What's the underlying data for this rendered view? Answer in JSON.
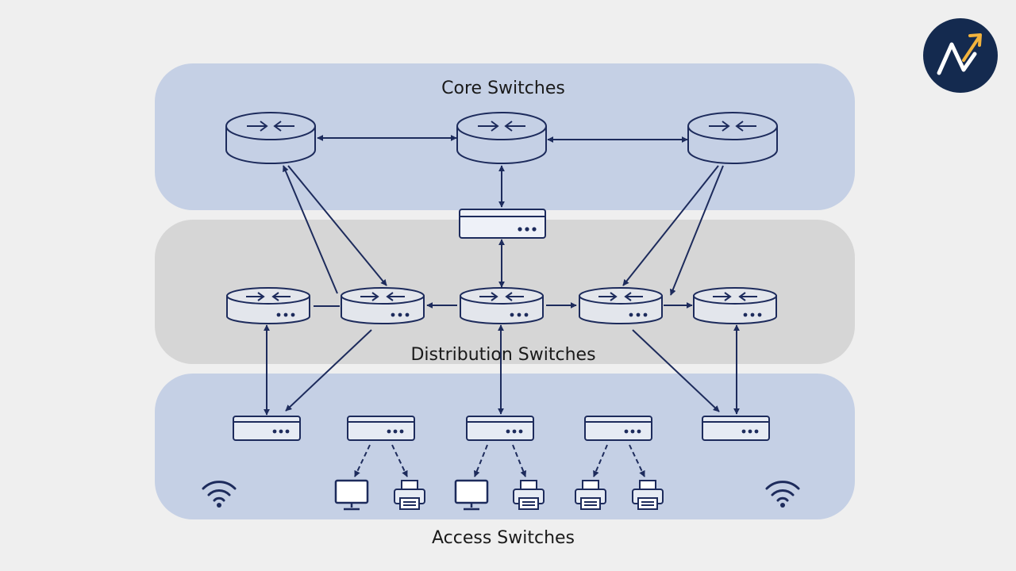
{
  "layers": {
    "core": "Core Switches",
    "distribution": "Distribution Switches",
    "access": "Access Switches"
  },
  "colors": {
    "background": "#efefef",
    "band_blue": "#c5d0e5",
    "band_gray": "#d6d6d6",
    "stroke": "#1d2b5c",
    "logo_bg": "#142a4f",
    "logo_arrow": "#f2b33d"
  },
  "icons": [
    "router-icon",
    "switch-icon",
    "monitor-icon",
    "printer-icon",
    "wifi-icon",
    "brand-logo-icon"
  ]
}
